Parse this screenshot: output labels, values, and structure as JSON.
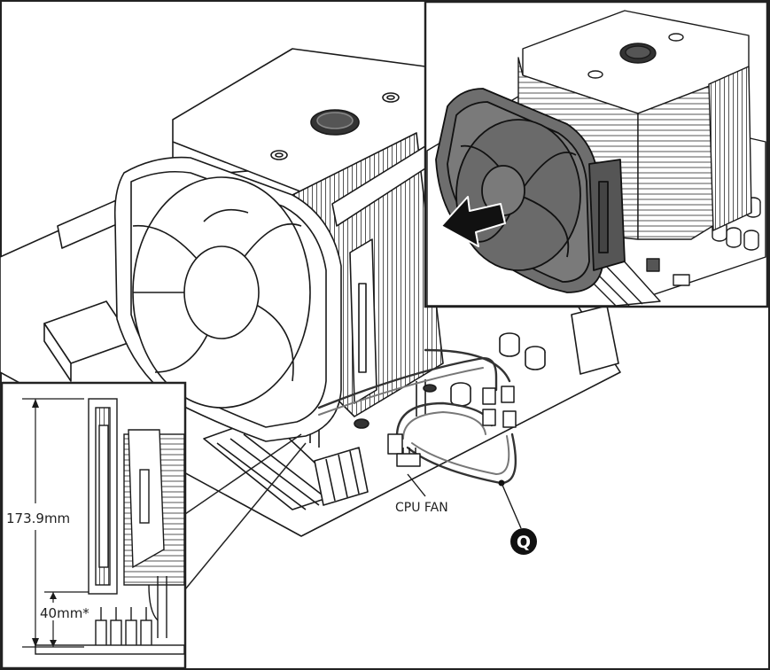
{
  "labels": {
    "cpu_fan": "CPU FAN",
    "callout_letter": "Q",
    "height_total": "173.9mm",
    "height_clearance": "40mm*"
  },
  "colors": {
    "line": "#1a1a1a",
    "fan_dark": "#6e6e6e",
    "background": "#ffffff"
  }
}
